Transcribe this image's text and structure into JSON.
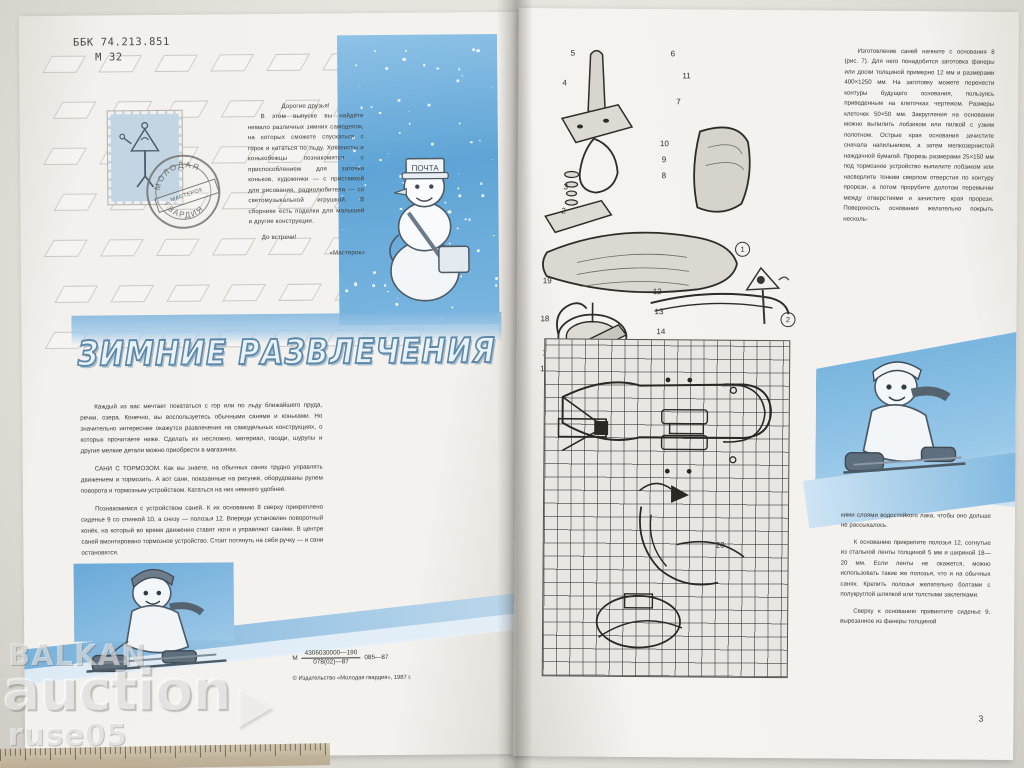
{
  "document": {
    "type": "scanned-magazine-spread",
    "language": "ru",
    "page_number": "3"
  },
  "left_page": {
    "bbk_line1": "ББК 74.213.851",
    "bbk_line2": "М 32",
    "stamp": {
      "postmark_text": "МОЛОДАЯ",
      "postmark_text2": "ГВАРДИЯ",
      "hat_label": "ПОЧТА"
    },
    "intro_letter": {
      "salutation": "Дорогие друзья!",
      "paragraph": "В этом выпуске вы найдёте немало различных зимних самоделок, на которых сможете спускаться с горок и кататься по льду. Хоккеисты и конькобежцы познакомятся с приспособлением для заточки коньков, художники — с приставкой для рисования, радиолюбители — со светомузыкальной игрушкой. В сборнике есть поделки для малышей и другие конструкции.",
      "farewell": "До встречи!",
      "signature": "«Мастерок»"
    },
    "title": "ЗИМНИЕ РАЗВЛЕЧЕНИЯ",
    "body": [
      "Каждый из вас мечтает покататься с гор или по льду ближайшего пруда, речки, озера. Конечно, вы воспользуетесь обычными санями и коньками. Но значительно интереснее окажутся развлечения на самодельных конструкциях, о которых прочитаете ниже. Сделать их несложно, материал, гвозди, шурупы и другие мелкие детали можно приобрести в магазинах.",
      "САНИ С ТОРМОЗОМ. Как вы знаете, на обычных санях трудно управлять движением и тормозить. А вот сани, показанные на рисунке, оборудованы рулем поворота и тормозным устройством. Кататься на них немного удобнее.",
      "Познакомимся с устройством саней. К их основанию 8 сверху прикреплено сиденье 9 со спинкой 10, а снизу — полозья 12. Впереди установлен поворотный конёк, на который во время движения ставят ноги и управляют санями. В центре саней вмонтировано тормозное устройство. Стоит потянуть на себя ручку — и сани остановятся."
    ],
    "imprint": {
      "prefix": "М",
      "numerator": "4306030000—190",
      "denominator": "078(02)—87",
      "suffix": "085—87",
      "copyright": "© Издательство «Молодая гвардия», 1987 г."
    }
  },
  "right_page": {
    "column_top": [
      "Изготовление саней начните с основания 8 (рис. 7). Для него понадобится заготовка фанеры или доски толщиной примерно 12 мм и размерами 400×1250 мм. На заготовку можете перенести контуры будущего основания, пользуясь приведенным на клеточках чертежом. Размеры клеточек 50×50 мм. Закругления на основании можно выпилить лобзиком или пилкой с узким полотном. Острые края основания зачистите сначала напильником, а затем мелкозернистой наждачной бумагой. Прорезь размерами 25×150 мм под тормозное устройство выпилите лобзиком или насверлите тонким сверлом отверстия по контуру прорези, а потом прорубите долотом перемычки между отверстиями и зачистите края прорези. Поверхность основания желательно покрыть несколь-"
    ],
    "column_bottom": [
      "кими слоями водостойкого лака, чтобы оно дольше не рассыхалось.",
      "К основанию прикрепите полозья 12, согнутые из стальной ленты толщиной 5 мм и шириной 18—20 мм. Если ленты не окажется, можно использовать такие же полозья, что и на обычных санях. Крепить полозья желательно болтами с полукруглой шляпкой или толстыми заклепками.",
      "Сверху к основанию привинтите сиденье 9, вырезанное из фанеры толщиной"
    ],
    "page_number": "3",
    "part_numbers_upper": [
      "2",
      "3",
      "4",
      "5",
      "6",
      "7",
      "8",
      "9",
      "10",
      "11"
    ],
    "part_numbers_lower": [
      "12",
      "13",
      "14",
      "15",
      "16",
      "17",
      "18",
      "19"
    ],
    "part_number_grid": "20",
    "figure_markers": [
      "1",
      "2"
    ]
  },
  "watermark": {
    "line1": "BALKAN",
    "line2": "auction",
    "line3": "ruse05"
  },
  "colors": {
    "paper": "#f3f1ed",
    "blue_accent": "#6aa9d8",
    "ink": "#3a3732",
    "title_stroke": "#5b87a8"
  }
}
